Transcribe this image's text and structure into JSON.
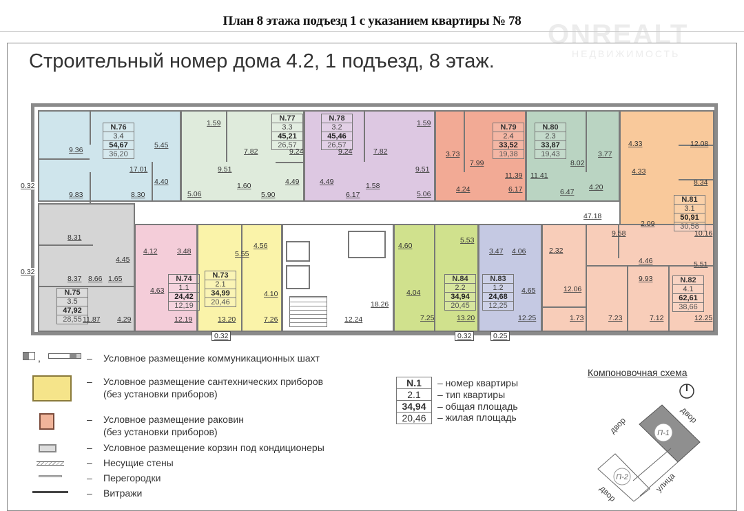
{
  "doc_title": "План 8 этажа подъезд 1 с указанием квартиры № 78",
  "sub_title": "Строительный номер дома 4.2, 1 подъезд, 8 этаж.",
  "watermark": {
    "brand": "ONREALT",
    "tagline": "НЕДВИЖИМОСТЬ"
  },
  "colors": {
    "n76": "#cfe5ec",
    "n77": "#dfebdc",
    "n78": "#ddc8e2",
    "n79": "#f2aa95",
    "n80": "#bad4c2",
    "n81": "#f9c99b",
    "n75": "#d5d5d5",
    "n74": "#f4cdd9",
    "n73": "#faf3a9",
    "n84": "#d0e18d",
    "n83": "#c5c9e3",
    "n82": "#f8cdb9"
  },
  "apartments": [
    {
      "number": "N.76",
      "type": "3.4",
      "total": "54,67",
      "living": "36,20"
    },
    {
      "number": "N.77",
      "type": "3.3",
      "total": "45,21",
      "living": "26,57"
    },
    {
      "number": "N.78",
      "type": "3.2",
      "total": "45,46",
      "living": "26,57"
    },
    {
      "number": "N.79",
      "type": "2.4",
      "total": "33,52",
      "living": "19,38"
    },
    {
      "number": "N.80",
      "type": "2.3",
      "total": "33,87",
      "living": "19,43"
    },
    {
      "number": "N.81",
      "type": "3.1",
      "total": "50,91",
      "living": "30,58"
    },
    {
      "number": "N.75",
      "type": "3.5",
      "total": "47,92",
      "living": "28,55"
    },
    {
      "number": "N.74",
      "type": "1.1",
      "total": "24,42",
      "living": "12,19"
    },
    {
      "number": "N.73",
      "type": "2.1",
      "total": "34,99",
      "living": "20,46"
    },
    {
      "number": "N.84",
      "type": "2.2",
      "total": "34,94",
      "living": "20,45"
    },
    {
      "number": "N.83",
      "type": "1.2",
      "total": "24,68",
      "living": "12,25"
    },
    {
      "number": "N.82",
      "type": "4.1",
      "total": "62,61",
      "living": "38,66"
    }
  ],
  "rooms": [
    "9.36",
    "17.01",
    "5.45",
    "4.40",
    "9.83",
    "8.30",
    "1.59",
    "7.82",
    "9.24",
    "9.51",
    "4.49",
    "1.60",
    "5.06",
    "5.90",
    "4.49",
    "9.24",
    "6.17",
    "1.58",
    "7.82",
    "1.59",
    "9.51",
    "5.06",
    "3.73",
    "7.99",
    "11.39",
    "4.24",
    "6.17",
    "11.41",
    "8.02",
    "3.77",
    "4.20",
    "6.47",
    "4.33",
    "12.08",
    "4.33",
    "8.34",
    "47.18",
    "9.58",
    "2.09",
    "10.16",
    "5.53",
    "4.60",
    "3.47",
    "4.06",
    "2.32",
    "4.46",
    "5.51",
    "9.93",
    "4.04",
    "4.65",
    "12.06",
    "18.26",
    "7.25",
    "13.20",
    "12.25",
    "1.73",
    "7.23",
    "7.12",
    "12.25",
    "0.32",
    "0.25",
    "8.31",
    "4.45",
    "8.37",
    "8.66",
    "1.65",
    "4.12",
    "3.48",
    "4.63",
    "11.87",
    "4.29",
    "12.19",
    "5.55",
    "4.56",
    "4.10",
    "13.20",
    "7.26",
    "12.24",
    "0.32",
    "0.32",
    "0.32"
  ],
  "legend": [
    {
      "dash": "–",
      "text": "Условное размещение коммуникационных шахт"
    },
    {
      "dash": "–",
      "text": "Условное размещение сантехнических приборов",
      "text2": "(без установки приборов)"
    },
    {
      "dash": "–",
      "text": "Условное размещение раковин",
      "text2": "(без установки приборов)"
    },
    {
      "dash": "–",
      "text": "Условное размещение корзин под кондиционеры"
    },
    {
      "dash": "–",
      "text": "Несущие стены"
    },
    {
      "dash": "–",
      "text": "Перегородки"
    },
    {
      "dash": "–",
      "text": "Витражи"
    }
  ],
  "legend_comma": ",",
  "key": {
    "number": "N.1",
    "type": "2.1",
    "total": "34,94",
    "living": "20,46",
    "number_desc": "– номер квартиры",
    "type_desc": "– тип квартиры",
    "total_desc": "– общая площадь",
    "living_desc": "– жилая площадь"
  },
  "scheme": {
    "title": "Компоновочная схема",
    "section1": "П-1",
    "section2": "П-2",
    "yard": "двор",
    "street": "улица"
  }
}
